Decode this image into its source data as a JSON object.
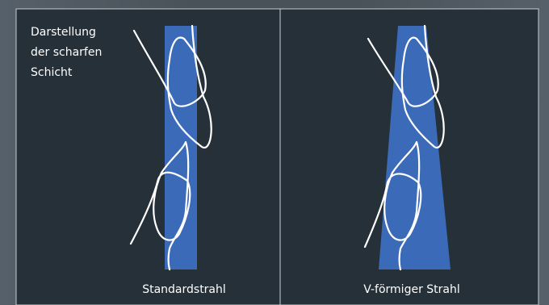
{
  "annotation": {
    "lines": [
      "Darstellung",
      "der scharfen",
      "Schicht"
    ]
  },
  "panels": [
    {
      "caption": "Standardstrahl"
    },
    {
      "caption": "V-förmiger Strahl"
    }
  ],
  "colors": {
    "background": "#4a5259",
    "panel_fill": "#263038",
    "border": "#c8ccd0",
    "beam": "#3a6ab8",
    "tooth_outline": "#ffffff"
  }
}
